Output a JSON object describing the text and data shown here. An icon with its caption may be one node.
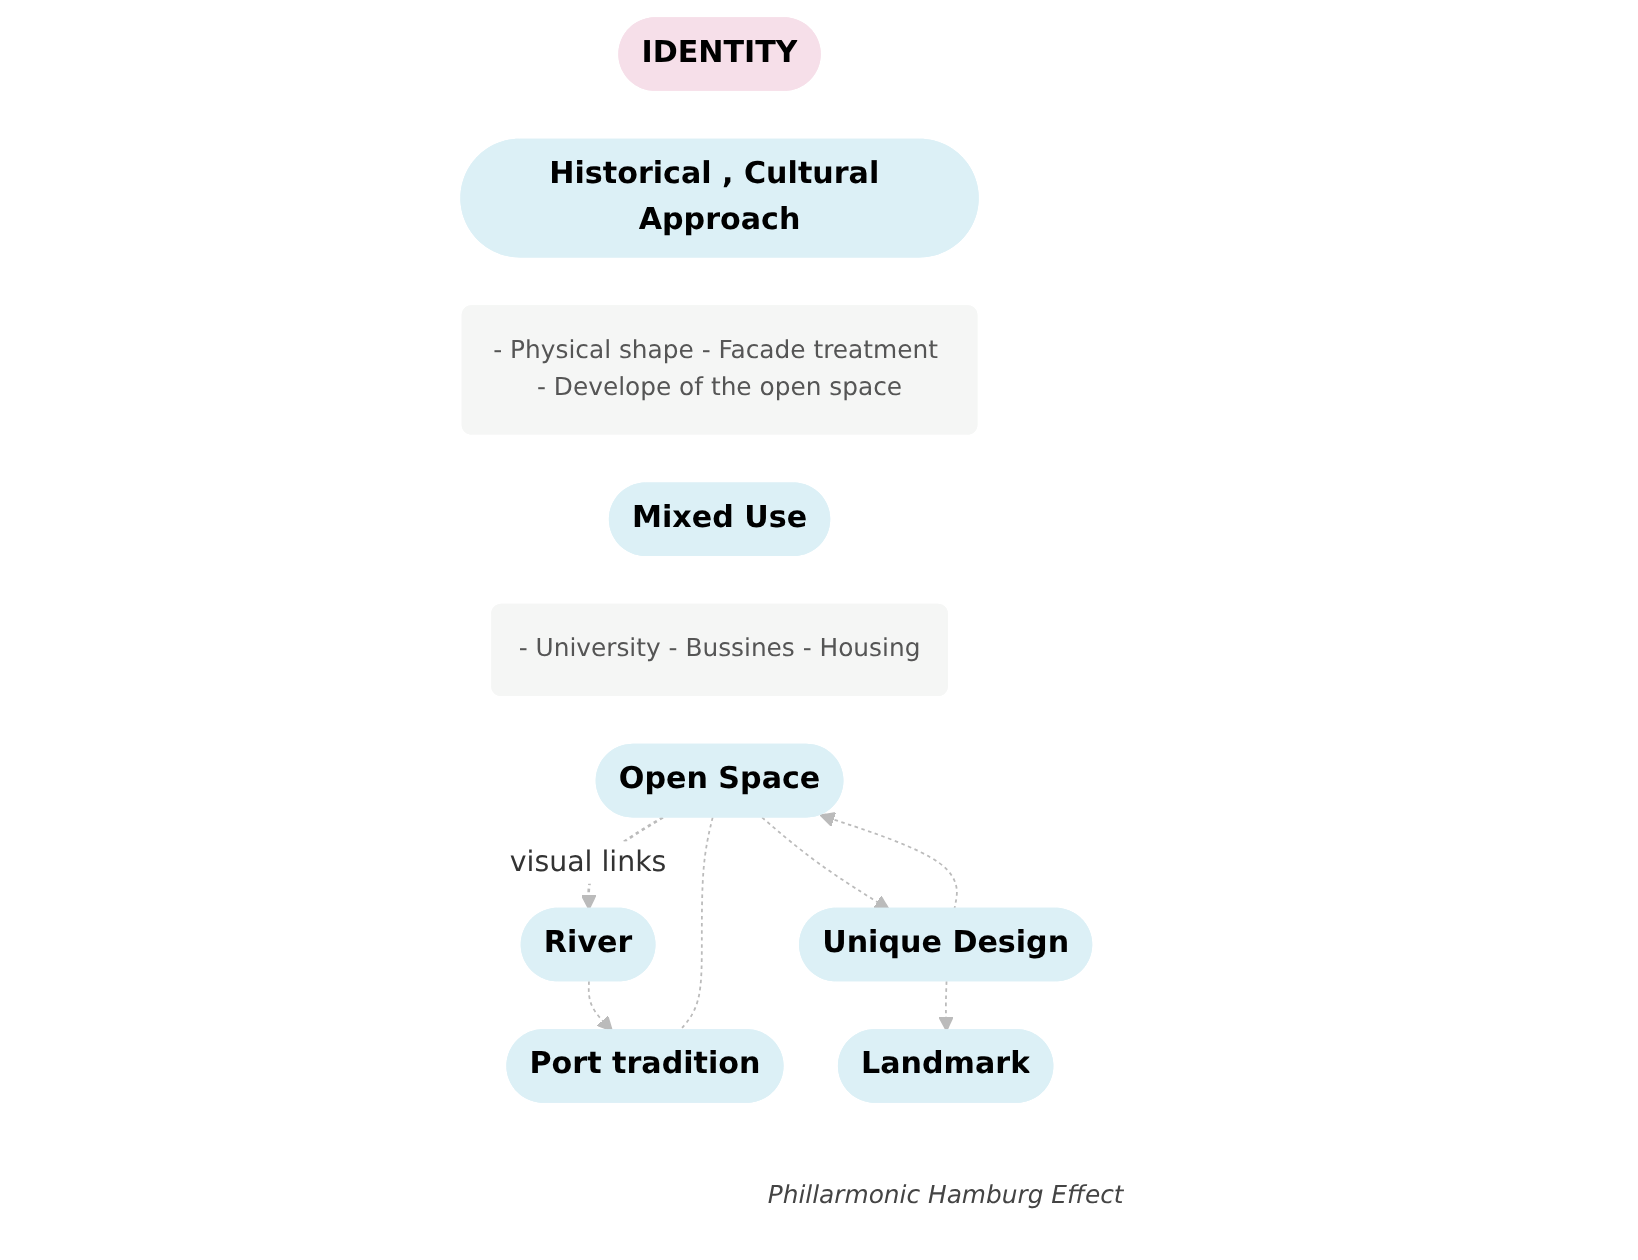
{
  "diagram": {
    "nodes": [
      {
        "text": [
          "IDENTITY"
        ]
      },
      {
        "text": [
          "Historical , Cultural Approach"
        ]
      },
      {
        "text": [
          "- Physical shape - Facade treatment - Develope of the open space"
        ]
      },
      {
        "text": [
          "Mixed Use"
        ]
      },
      {
        "text": [
          "- University - Bussines - Housing"
        ]
      },
      {
        "text": [
          "Open Space"
        ]
      },
      {
        "text": [
          "River"
        ]
      },
      {
        "text": [
          "Port tradition"
        ]
      },
      {
        "text": [
          "Unique Design"
        ]
      },
      {
        "text": [
          "Landmark"
        ],
        "beside": [
          "Phillarmonic Hamburg Effect"
        ]
      }
    ],
    "edges": [
      {
        "from": 5,
        "to": 6,
        "arrow": "to",
        "label": "visual links",
        "style": "dashed"
      },
      {
        "from": 6,
        "to": 7,
        "arrow": "to",
        "style": "dashed"
      },
      {
        "from": 5,
        "to": 7,
        "arrow": "none",
        "style": "dashed"
      },
      {
        "from": 5,
        "to": 8,
        "arrow": "to",
        "style": "dashed"
      },
      {
        "from": 8,
        "to": 5,
        "arrow": "to",
        "style": "dashed"
      },
      {
        "from": 8,
        "to": 9,
        "arrow": "to",
        "style": "dashed"
      }
    ]
  }
}
